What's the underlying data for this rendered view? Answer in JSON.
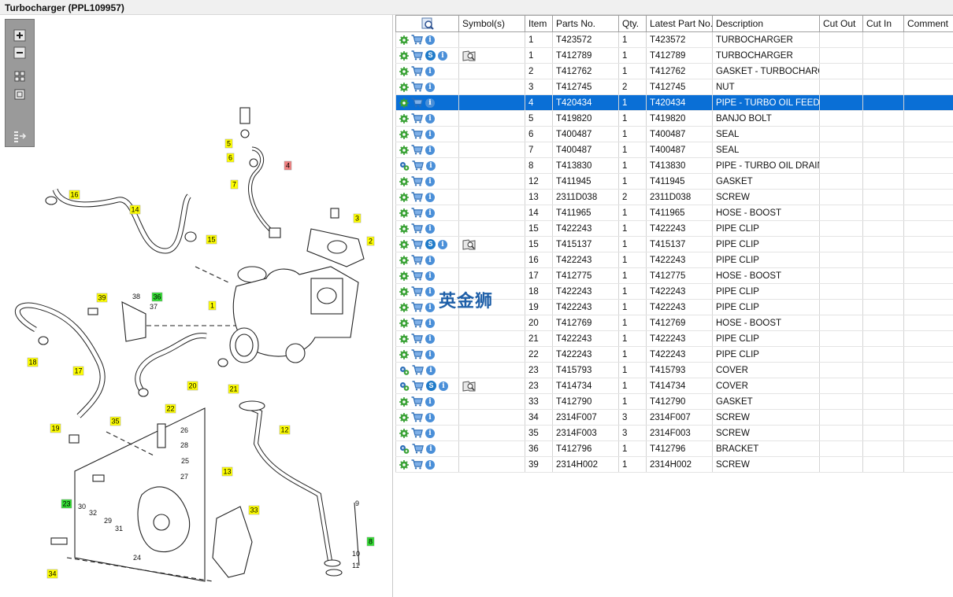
{
  "window": {
    "title": "Turbocharger (PPL109957)"
  },
  "toolbar": {
    "buttons": [
      {
        "name": "zoom-in",
        "icon": "plus-icon"
      },
      {
        "name": "zoom-out",
        "icon": "minus-icon"
      },
      {
        "name": "fit-all",
        "icon": "four-squares-icon"
      },
      {
        "name": "fit-page",
        "icon": "square-icon"
      },
      {
        "name": "list-view",
        "icon": "list-arrow-icon"
      }
    ]
  },
  "diagram": {
    "callouts": [
      {
        "label": "1",
        "color": "#ffff00"
      },
      {
        "label": "2",
        "color": "#ffff00"
      },
      {
        "label": "3",
        "color": "#ffff00"
      },
      {
        "label": "4",
        "color": "#f08080"
      },
      {
        "label": "5",
        "color": "#ffff00"
      },
      {
        "label": "6",
        "color": "#ffff00"
      },
      {
        "label": "7",
        "color": "#ffff00"
      },
      {
        "label": "8",
        "color": "#33dd33"
      },
      {
        "label": "12",
        "color": "#ffff00"
      },
      {
        "label": "13",
        "color": "#ffff00"
      },
      {
        "label": "14",
        "color": "#ffff00"
      },
      {
        "label": "15",
        "color": "#ffff00"
      },
      {
        "label": "16",
        "color": "#ffff00"
      },
      {
        "label": "17",
        "color": "#ffff00"
      },
      {
        "label": "18",
        "color": "#ffff00"
      },
      {
        "label": "19",
        "color": "#ffff00"
      },
      {
        "label": "20",
        "color": "#ffff00"
      },
      {
        "label": "21",
        "color": "#ffff00"
      },
      {
        "label": "22",
        "color": "#ffff00"
      },
      {
        "label": "23",
        "color": "#33dd33"
      },
      {
        "label": "33",
        "color": "#ffff00"
      },
      {
        "label": "34",
        "color": "#ffff00"
      },
      {
        "label": "35",
        "color": "#ffff00"
      },
      {
        "label": "36",
        "color": "#33dd33"
      },
      {
        "label": "39",
        "color": "#ffff00"
      }
    ],
    "plain_labels": [
      "9",
      "10",
      "11",
      "24",
      "25",
      "26",
      "27",
      "28",
      "29",
      "30",
      "31",
      "32",
      "37",
      "38"
    ]
  },
  "grid": {
    "columns": [
      "",
      "Symbol(s)",
      "Item",
      "Parts No.",
      "Qty.",
      "Latest Part No.",
      "Description",
      "Cut Out",
      "Cut In",
      "Comment"
    ],
    "rows": [
      {
        "gear": "single",
        "s": false,
        "sym": false,
        "item": "1",
        "part": "T423572",
        "qty": "1",
        "latest": "T423572",
        "desc": "TURBOCHARGER",
        "selected": false
      },
      {
        "gear": "single",
        "s": true,
        "sym": true,
        "item": "1",
        "part": "T412789",
        "qty": "1",
        "latest": "T412789",
        "desc": "TURBOCHARGER",
        "selected": false
      },
      {
        "gear": "single",
        "s": false,
        "sym": false,
        "item": "2",
        "part": "T412762",
        "qty": "1",
        "latest": "T412762",
        "desc": "GASKET - TURBOCHARGER",
        "selected": false
      },
      {
        "gear": "single",
        "s": false,
        "sym": false,
        "item": "3",
        "part": "T412745",
        "qty": "2",
        "latest": "T412745",
        "desc": "NUT",
        "selected": false
      },
      {
        "gear": "single",
        "s": false,
        "sym": false,
        "item": "4",
        "part": "T420434",
        "qty": "1",
        "latest": "T420434",
        "desc": "PIPE - TURBO OIL FEED",
        "selected": true
      },
      {
        "gear": "single",
        "s": false,
        "sym": false,
        "item": "5",
        "part": "T419820",
        "qty": "1",
        "latest": "T419820",
        "desc": "BANJO BOLT",
        "selected": false
      },
      {
        "gear": "single",
        "s": false,
        "sym": false,
        "item": "6",
        "part": "T400487",
        "qty": "1",
        "latest": "T400487",
        "desc": "SEAL",
        "selected": false
      },
      {
        "gear": "single",
        "s": false,
        "sym": false,
        "item": "7",
        "part": "T400487",
        "qty": "1",
        "latest": "T400487",
        "desc": "SEAL",
        "selected": false
      },
      {
        "gear": "double",
        "s": false,
        "sym": false,
        "item": "8",
        "part": "T413830",
        "qty": "1",
        "latest": "T413830",
        "desc": "PIPE - TURBO OIL DRAIN",
        "selected": false
      },
      {
        "gear": "single",
        "s": false,
        "sym": false,
        "item": "12",
        "part": "T411945",
        "qty": "1",
        "latest": "T411945",
        "desc": "GASKET",
        "selected": false
      },
      {
        "gear": "single",
        "s": false,
        "sym": false,
        "item": "13",
        "part": "2311D038",
        "qty": "2",
        "latest": "2311D038",
        "desc": "SCREW",
        "selected": false
      },
      {
        "gear": "single",
        "s": false,
        "sym": false,
        "item": "14",
        "part": "T411965",
        "qty": "1",
        "latest": "T411965",
        "desc": "HOSE - BOOST",
        "selected": false
      },
      {
        "gear": "single",
        "s": false,
        "sym": false,
        "item": "15",
        "part": "T422243",
        "qty": "1",
        "latest": "T422243",
        "desc": "PIPE CLIP",
        "selected": false
      },
      {
        "gear": "single",
        "s": true,
        "sym": true,
        "item": "15",
        "part": "T415137",
        "qty": "1",
        "latest": "T415137",
        "desc": "PIPE CLIP",
        "selected": false
      },
      {
        "gear": "single",
        "s": false,
        "sym": false,
        "item": "16",
        "part": "T422243",
        "qty": "1",
        "latest": "T422243",
        "desc": "PIPE CLIP",
        "selected": false
      },
      {
        "gear": "single",
        "s": false,
        "sym": false,
        "item": "17",
        "part": "T412775",
        "qty": "1",
        "latest": "T412775",
        "desc": "HOSE - BOOST",
        "selected": false
      },
      {
        "gear": "single",
        "s": false,
        "sym": false,
        "item": "18",
        "part": "T422243",
        "qty": "1",
        "latest": "T422243",
        "desc": "PIPE CLIP",
        "selected": false
      },
      {
        "gear": "single",
        "s": false,
        "sym": false,
        "item": "19",
        "part": "T422243",
        "qty": "1",
        "latest": "T422243",
        "desc": "PIPE CLIP",
        "selected": false
      },
      {
        "gear": "single",
        "s": false,
        "sym": false,
        "item": "20",
        "part": "T412769",
        "qty": "1",
        "latest": "T412769",
        "desc": "HOSE - BOOST",
        "selected": false
      },
      {
        "gear": "single",
        "s": false,
        "sym": false,
        "item": "21",
        "part": "T422243",
        "qty": "1",
        "latest": "T422243",
        "desc": "PIPE CLIP",
        "selected": false
      },
      {
        "gear": "single",
        "s": false,
        "sym": false,
        "item": "22",
        "part": "T422243",
        "qty": "1",
        "latest": "T422243",
        "desc": "PIPE CLIP",
        "selected": false
      },
      {
        "gear": "double",
        "s": false,
        "sym": false,
        "item": "23",
        "part": "T415793",
        "qty": "1",
        "latest": "T415793",
        "desc": "COVER",
        "selected": false
      },
      {
        "gear": "double",
        "s": true,
        "sym": true,
        "item": "23",
        "part": "T414734",
        "qty": "1",
        "latest": "T414734",
        "desc": "COVER",
        "selected": false
      },
      {
        "gear": "single",
        "s": false,
        "sym": false,
        "item": "33",
        "part": "T412790",
        "qty": "1",
        "latest": "T412790",
        "desc": "GASKET",
        "selected": false
      },
      {
        "gear": "single",
        "s": false,
        "sym": false,
        "item": "34",
        "part": "2314F007",
        "qty": "3",
        "latest": "2314F007",
        "desc": "SCREW",
        "selected": false
      },
      {
        "gear": "single",
        "s": false,
        "sym": false,
        "item": "35",
        "part": "2314F003",
        "qty": "3",
        "latest": "2314F003",
        "desc": "SCREW",
        "selected": false
      },
      {
        "gear": "double",
        "s": false,
        "sym": false,
        "item": "36",
        "part": "T412796",
        "qty": "1",
        "latest": "T412796",
        "desc": "BRACKET",
        "selected": false
      },
      {
        "gear": "single",
        "s": false,
        "sym": false,
        "item": "39",
        "part": "2314H002",
        "qty": "1",
        "latest": "2314H002",
        "desc": "SCREW",
        "selected": false
      }
    ]
  },
  "watermark": "英金狮",
  "colors": {
    "selection": "#0a6fd6",
    "gear": "#3aa236",
    "cart": "#2d6fb8",
    "info": "#4a8fd8"
  }
}
